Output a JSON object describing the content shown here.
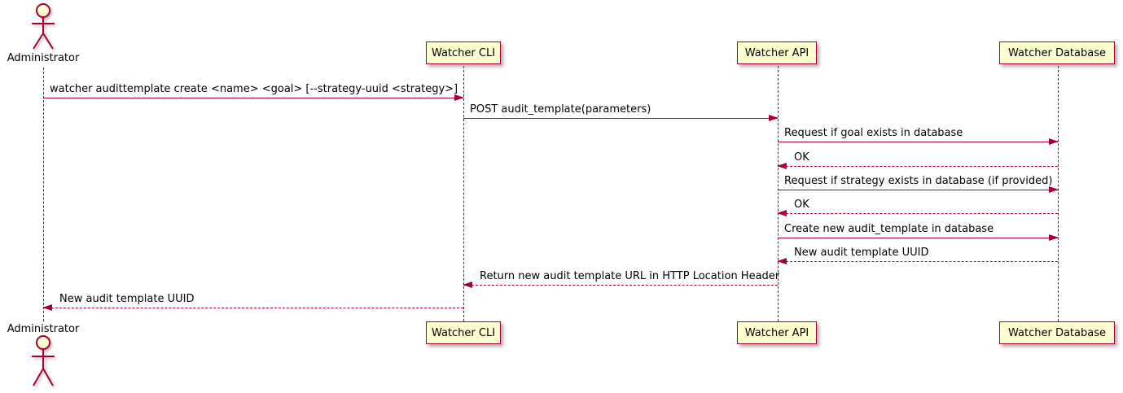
{
  "diagram_type": "sequence",
  "colors": {
    "participant_fill": "#FEFECE",
    "line": "#A80036",
    "text": "#000000",
    "background": "#FFFFFF"
  },
  "actor": {
    "name": "Administrator"
  },
  "participants": [
    {
      "label": "Watcher CLI"
    },
    {
      "label": "Watcher API"
    },
    {
      "label": "Watcher Database"
    }
  ],
  "messages": [
    {
      "from": "Administrator",
      "to": "Watcher CLI",
      "style": "solid",
      "label": "watcher audittemplate create <name> <goal> [--strategy-uuid <strategy>]"
    },
    {
      "from": "Watcher CLI",
      "to": "Watcher API",
      "style": "solid",
      "label": "POST audit_template(parameters)"
    },
    {
      "from": "Watcher API",
      "to": "Watcher Database",
      "style": "solid",
      "label": "Request if goal exists in database"
    },
    {
      "from": "Watcher Database",
      "to": "Watcher API",
      "style": "dotted",
      "label": "OK"
    },
    {
      "from": "Watcher API",
      "to": "Watcher Database",
      "style": "solid",
      "label": "Request if strategy exists in database (if provided)"
    },
    {
      "from": "Watcher Database",
      "to": "Watcher API",
      "style": "dotted",
      "label": "OK"
    },
    {
      "from": "Watcher API",
      "to": "Watcher Database",
      "style": "solid",
      "label": "Create new audit_template in database"
    },
    {
      "from": "Watcher Database",
      "to": "Watcher API",
      "style": "dotted",
      "label": "New audit template UUID"
    },
    {
      "from": "Watcher API",
      "to": "Watcher CLI",
      "style": "dotted",
      "label": "Return new audit template URL in HTTP Location Header"
    },
    {
      "from": "Watcher CLI",
      "to": "Administrator",
      "style": "dotted",
      "label": "New audit template UUID"
    }
  ]
}
